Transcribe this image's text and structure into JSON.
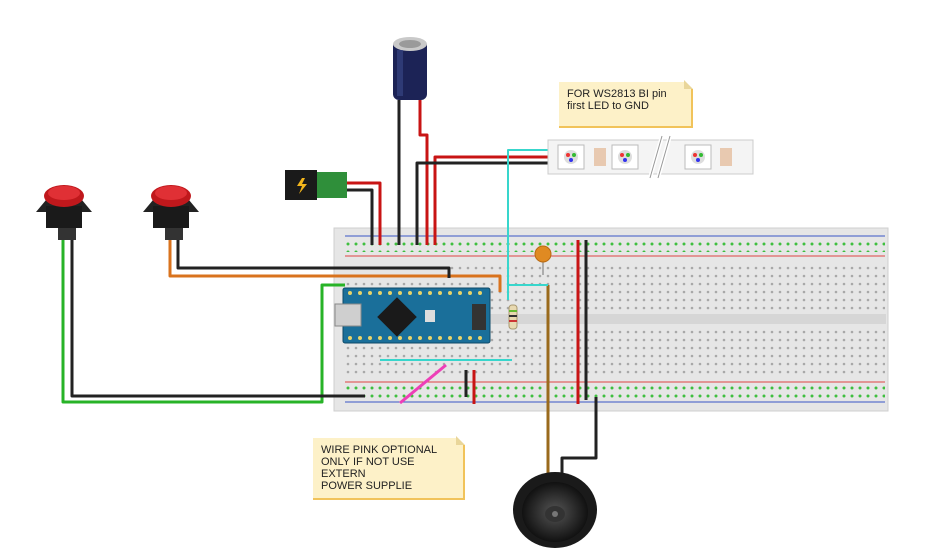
{
  "notes": {
    "ws2813": {
      "line1": "FOR WS2813 BI pin",
      "line2": "first LED to GND"
    },
    "pink_wire": {
      "line1": "WIRE PINK OPTIONAL",
      "line2": "ONLY IF NOT USE EXTERN",
      "line3": "POWER SUPPLIE"
    }
  },
  "components": [
    {
      "name": "push-button",
      "count": 2,
      "color": "#c0181c"
    },
    {
      "name": "electrolytic-capacitor",
      "color": "#1c2356"
    },
    {
      "name": "dc-barrel-jack",
      "color": "#2f8f3a"
    },
    {
      "name": "ws2813-led-strip"
    },
    {
      "name": "arduino-nano",
      "color": "#1a6f9a"
    },
    {
      "name": "resistor"
    },
    {
      "name": "ceramic-capacitor",
      "color": "#e08a22"
    },
    {
      "name": "speaker"
    },
    {
      "name": "breadboard"
    }
  ],
  "wire_colors": {
    "red": "#c81414",
    "black": "#222222",
    "green": "#27b327",
    "orange": "#d9731e",
    "cyan": "#38d6cc",
    "pink": "#ee3fb8",
    "brown": "#9a6a1c"
  }
}
